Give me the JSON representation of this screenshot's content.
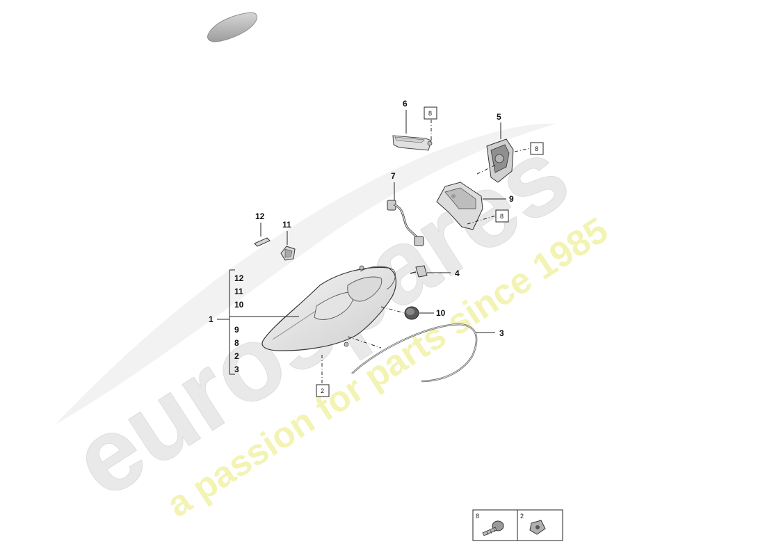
{
  "watermark": {
    "brand": "eurospares",
    "tagline": "a passion for parts since 1985",
    "brand_color": "#e9e9e9",
    "tagline_color": "#f3f3b4"
  },
  "callouts": {
    "p1": "1",
    "p3": "3",
    "p4": "4",
    "p5": "5",
    "p6": "6",
    "p7": "7",
    "p9": "9",
    "p10": "10",
    "p11": "11",
    "p12": "12"
  },
  "assembly_list": [
    "12",
    "11",
    "10",
    "9",
    "8",
    "2",
    "3"
  ],
  "fastener_refs": {
    "ref_6": "8",
    "ref_5": "8",
    "ref_9": "8",
    "ref_lamp": "2"
  },
  "legend": {
    "cell_a": "8",
    "cell_b": "2"
  },
  "icons": [
    "car-silhouette-icon",
    "screw-icon",
    "clip-nut-icon"
  ]
}
